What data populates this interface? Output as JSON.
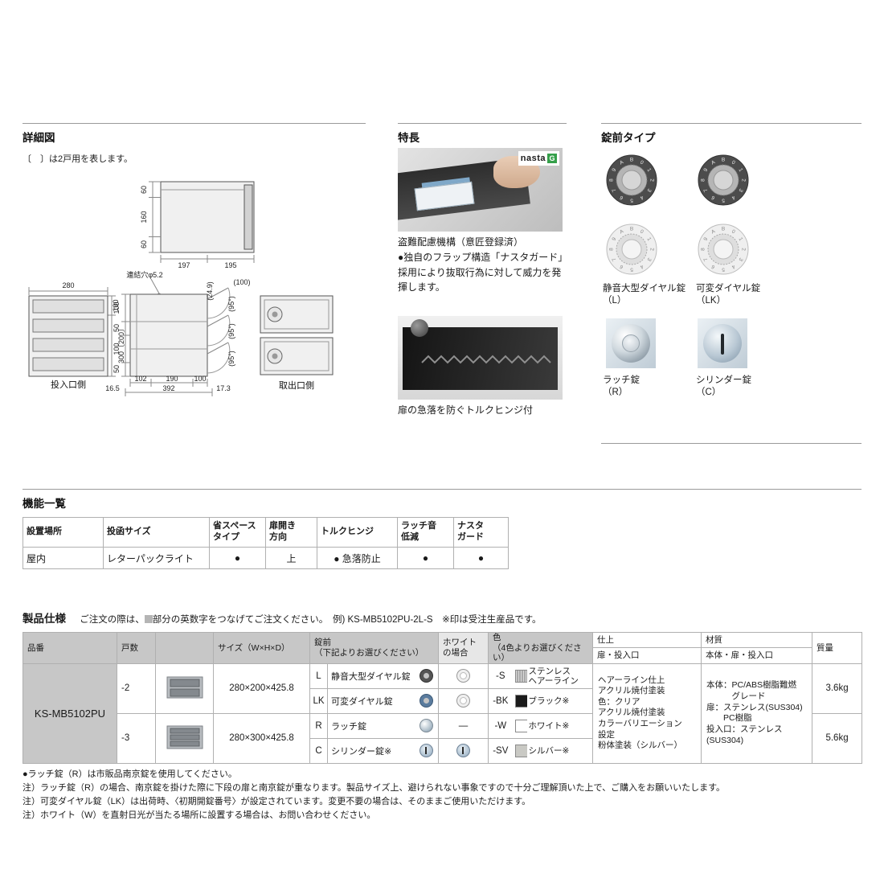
{
  "detail": {
    "title": "詳細図",
    "note": "〔　〕は2戸用を表します。",
    "top_view": {
      "left_dims": [
        "60",
        "160",
        "60"
      ],
      "bottom_dims": [
        "197",
        "195"
      ]
    },
    "front_view": {
      "width": "280",
      "unit_height": "100",
      "total_height": "300〔200〕",
      "label": "投入口側"
    },
    "side_view": {
      "hole_label": "連結穴φ5.2",
      "depth_dim": "(24.9)",
      "top_dim": "(100)",
      "left_dims": [
        "100",
        "50",
        "100",
        "50"
      ],
      "inner_bottom_dims": [
        "102",
        "190",
        "100"
      ],
      "outer_bottom_dims": [
        "16.5",
        "392",
        "17.3"
      ],
      "angle": "(95°)"
    },
    "outlet_view": {
      "label": "取出口側"
    }
  },
  "features": {
    "title": "特長",
    "logo_text": "nasta",
    "logo_badge": "G",
    "photo1_caption": "盗難配慮機構（意匠登録済）",
    "bullet_text": "●独自のフラップ構造「ナスタガード」採用により抜取行為に対して威力を発揮します。",
    "photo2_caption": "扉の急落を防ぐトルクヒンジ付"
  },
  "locks": {
    "title": "錠前タイプ",
    "dial_chars": "AB0123456789",
    "items": [
      {
        "name": "静音大型ダイヤル錠",
        "code": "（L）"
      },
      {
        "name": "可変ダイヤル錠",
        "code": "（LK）"
      },
      {
        "name": "ラッチ錠",
        "code": "（R）"
      },
      {
        "name": "シリンダー錠",
        "code": "（C）"
      }
    ]
  },
  "functions": {
    "title": "機能一覧",
    "headers": [
      "設置場所",
      "投函サイズ",
      "省スペース\nタイプ",
      "扉開き\n方向",
      "トルクヒンジ",
      "ラッチ音\n低減",
      "ナスタ\nガード"
    ],
    "row": [
      "屋内",
      "レターパックライト",
      "●",
      "上",
      "● 急落防止",
      "●",
      "●"
    ]
  },
  "spec": {
    "title": "製品仕様",
    "note_before": "ご注文の際は、",
    "note_after": "部分の英数字をつなげてご注文ください。　例) KS-MB5102PU-2L-S　※印は受注生産品です。",
    "headers": {
      "model": "品番",
      "doors": "戸数",
      "size": "サイズ（W×H×D）",
      "lock": "錠前\n（下記よりお選びください）",
      "white": "ホワイト\nの場合",
      "color": "色\n（4色よりお選びください）",
      "finish": "仕上",
      "finish_sub": "扉・投入口",
      "material": "材質",
      "material_sub": "本体・扉・投入口",
      "weight": "質量"
    },
    "model": "KS-MB5102PU",
    "rows": [
      {
        "doors": "-2",
        "size": "280×200×425.8",
        "weight": "3.6kg"
      },
      {
        "doors": "-3",
        "size": "280×300×425.8",
        "weight": "5.6kg"
      }
    ],
    "lock_options": [
      {
        "code": "L",
        "name": "静音大型ダイヤル錠"
      },
      {
        "code": "LK",
        "name": "可変ダイヤル錠"
      },
      {
        "code": "R",
        "name": "ラッチ錠",
        "white": "—"
      },
      {
        "code": "C",
        "name": "シリンダー錠※"
      }
    ],
    "color_options": [
      {
        "code": "-S",
        "name": "ステンレス\nヘアーライン",
        "swatch": "#a9a9a9"
      },
      {
        "code": "-BK",
        "name": "ブラック※",
        "swatch": "#1b1b1b"
      },
      {
        "code": "-W",
        "name": "ホワイト※",
        "swatch": "#ffffff"
      },
      {
        "code": "-SV",
        "name": "シルバー※",
        "swatch": "#c9c9c4"
      }
    ],
    "finish_text": "ヘアーライン仕上\nアクリル焼付塗装\n色：クリア\nアクリル焼付塗装\nカラーバリエーション\n設定\n粉体塗装（シルバー）",
    "material_text": "本体：PC/ABS樹脂難燃\n　　　グレード\n扉：ステンレス(SUS304)\n　　PC樹脂\n投入口：ステンレス(SUS304)"
  },
  "footnotes": [
    "●ラッチ錠（R）は市販品南京錠を使用してください。",
    "注）ラッチ錠（R）の場合、南京錠を掛けた際に下段の扉と南京錠が重なります。製品サイズ上、避けられない事象ですので十分ご理解頂いた上で、ご購入をお願いいたします。",
    "注）可変ダイヤル錠（LK）は出荷時、〈初期開錠番号〉が設定されています。変更不要の場合は、そのままご使用いただけます。",
    "注）ホワイト（W）を直射日光が当たる場所に設置する場合は、お問い合わせください。"
  ]
}
